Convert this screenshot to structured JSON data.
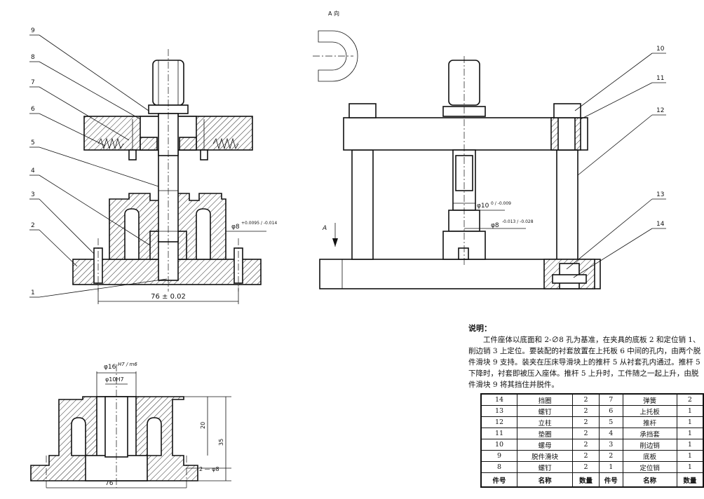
{
  "view_label": "A 向",
  "arrow_label": "A",
  "callouts": [
    "1",
    "2",
    "3",
    "4",
    "5",
    "6",
    "7",
    "8",
    "9",
    "10",
    "11",
    "12",
    "13",
    "14"
  ],
  "dims": {
    "front_width": "76 ± 0.02",
    "hole_diam": "φ8",
    "hole_tol": "+0.0095 / -0.014",
    "rod_diam": "φ10",
    "rod_tol": "0 / -0.009",
    "pin_diam": "φ8",
    "pin_tol": "-0.013 / -0.028",
    "part_outer": "φ16",
    "part_fit": "H7 / m6",
    "part_inner": "φ10H7",
    "height_20": "20",
    "height_35": "35",
    "part_width": "76",
    "holes": "2 — φ8"
  },
  "notes": {
    "title": "说明：",
    "body": "工件座体以底面和 2-∅8 孔为基准，在夹具的底板 2 和定位销 1、削边销 3 上定位。要装配的衬套放置在上托板 6 中间的孔内，由两个脱件滑块 9 支持。装夹在压床导滑块上的推杆 5 从衬套孔内通过。推杆 5 下降时，衬套即被压入座体。推杆 5 上升时，工件随之一起上升，由脱件滑块 9 将其挡住并脱件。"
  },
  "bom": {
    "header": [
      "件号",
      "名称",
      "数量",
      "件号",
      "名称",
      "数量"
    ],
    "rows": [
      [
        "14",
        "挡圈",
        "2",
        "7",
        "弹簧",
        "2"
      ],
      [
        "13",
        "螺钉",
        "2",
        "6",
        "上托板",
        "1"
      ],
      [
        "12",
        "立柱",
        "2",
        "5",
        "推杆",
        "1"
      ],
      [
        "11",
        "垫圈",
        "2",
        "4",
        "承挡套",
        "1"
      ],
      [
        "10",
        "螺母",
        "2",
        "3",
        "削边销",
        "1"
      ],
      [
        "9",
        "脱件滑块",
        "2",
        "2",
        "底板",
        "1"
      ],
      [
        "8",
        "螺钉",
        "2",
        "1",
        "定位销",
        "1"
      ]
    ]
  }
}
